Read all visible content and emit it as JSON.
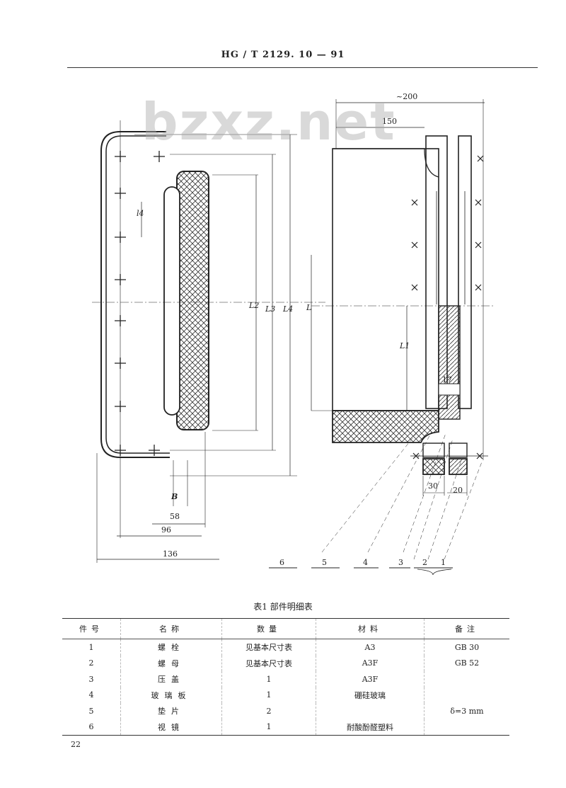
{
  "header": {
    "standard_no": "HG / T 2129. 10 — 91"
  },
  "watermark": "bzxz.net",
  "drawing": {
    "dims": {
      "approx_width": "~200",
      "width_150": "150",
      "L": "L",
      "L1": "L1",
      "L2": "L2",
      "L3": "L3",
      "L4": "L4",
      "l4": "l4",
      "B": "B",
      "d58": "58",
      "d96": "96",
      "d136": "136",
      "d30": "30",
      "d20": "20",
      "d17": "17"
    },
    "part_labels": [
      "6",
      "5",
      "4",
      "3",
      "2",
      "1"
    ]
  },
  "table": {
    "caption": "表1  部件明细表",
    "headers": [
      "件号",
      "名称",
      "数量",
      "材料",
      "备注"
    ],
    "rows": [
      [
        "1",
        "螺栓",
        "见基本尺寸表",
        "A3",
        "GB 30"
      ],
      [
        "2",
        "螺母",
        "见基本尺寸表",
        "A3F",
        "GB 52"
      ],
      [
        "3",
        "压盖",
        "1",
        "A3F",
        ""
      ],
      [
        "4",
        "玻璃板",
        "1",
        "硼硅玻璃",
        ""
      ],
      [
        "5",
        "垫片",
        "2",
        "",
        "δ=3 mm"
      ],
      [
        "6",
        "视镜",
        "1",
        "耐酸酚醛塑料",
        ""
      ]
    ]
  },
  "page_number": "22"
}
